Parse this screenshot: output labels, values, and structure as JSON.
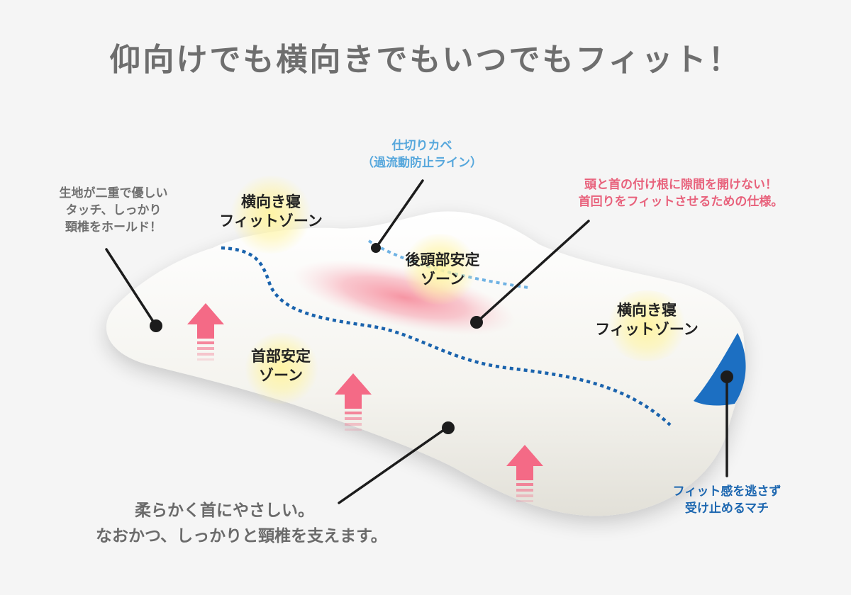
{
  "title": "仰向けでも横向きでもいつでもフィット！",
  "callouts": {
    "fabric": [
      "生地が二重で優しい",
      "タッチ、しっかり",
      "頸椎をホールド！"
    ],
    "wall": [
      "仕切りカベ",
      "（過流動防止ライン）"
    ],
    "neck_gap": [
      "頭と首の付け根に隙間を開けない！",
      "首回りをフィットさせるための仕様。"
    ],
    "gusset": [
      "フィット感を逃さず",
      "受け止めるマチ"
    ],
    "soft": [
      "柔らかく首にやさしい。",
      "なおかつ、しっかりと頸椎を支えます。"
    ]
  },
  "zones": {
    "side_left": [
      "横向き寝",
      "フィットゾーン"
    ],
    "side_right": [
      "横向き寝",
      "フィットゾーン"
    ],
    "occipital": [
      "後頭部安定",
      "ゾーン"
    ],
    "neck": [
      "首部安定",
      "ゾーン"
    ]
  },
  "colors": {
    "title": "#6e6e6e",
    "dotted_line": "#1a63ad",
    "arrow": "#f46a86",
    "gusset": "#1c6fc2",
    "pink_text": "#e8627c",
    "light_blue_text": "#56a7dc"
  },
  "icons": [
    "up-arrow-icon",
    "callout-dot-icon"
  ]
}
